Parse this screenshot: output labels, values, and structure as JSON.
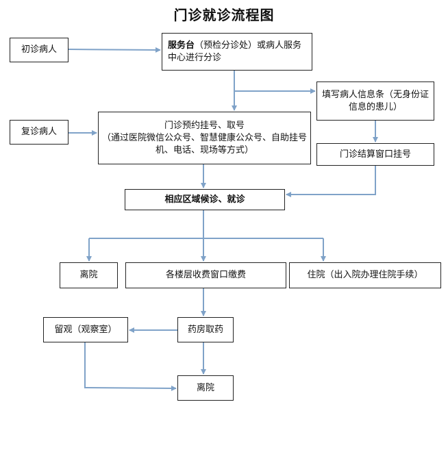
{
  "title": "门诊就诊流程图",
  "nodes": {
    "first_visit": "初诊病人",
    "service_desk_bold": "服务台",
    "service_desk_rest": "（预检分诊处）或病人服务中心进行分诊",
    "fill_form": "填写病人信息条（无身份证信息的患儿）",
    "return_visit": "复诊病人",
    "appointment_line1": "门诊预约挂号、取号",
    "appointment_line2": "（通过医院微信公众号、智慧健康公众号、自助挂号机、电话、现场等方式）",
    "settlement_window": "门诊结算窗口挂号",
    "waiting_area": "相应区域候诊、就诊",
    "leave_hospital_1": "离院",
    "pay_fee": "各楼层收费窗口缴费",
    "inpatient": "住院（出入院办理住院手续）",
    "observation": "留观（观察室）",
    "pharmacy": "药房取药",
    "leave_hospital_2": "离院"
  },
  "colors": {
    "arrow": "#7fa2c8",
    "border": "#222222"
  }
}
